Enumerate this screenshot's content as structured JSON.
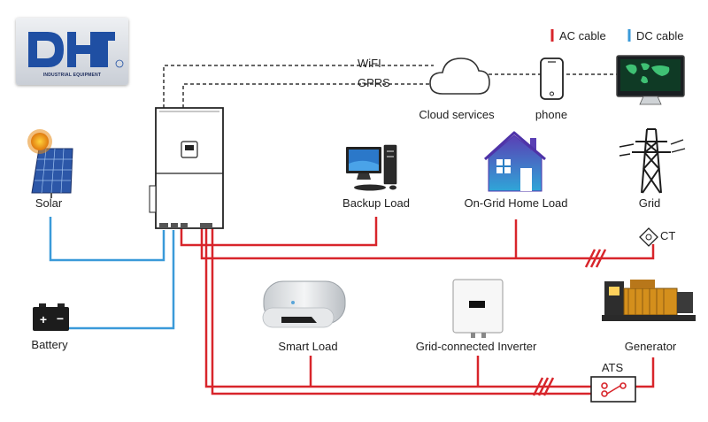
{
  "logo": {
    "mark": "DH",
    "subtitle": "INDUSTRIAL EQUIPMENT",
    "registered": "®"
  },
  "legend": {
    "ac": "AC cable",
    "dc": "DC cable"
  },
  "links": {
    "wifi": "WiFI",
    "gprs": "GPRS"
  },
  "labels": {
    "cloud": "Cloud services",
    "phone": "phone",
    "solar": "Solar",
    "battery": "Battery",
    "backup": "Backup Load",
    "home": "On-Grid Home Load",
    "grid": "Grid",
    "ct": "CT",
    "smart": "Smart Load",
    "gridInverter": "Grid-connected Inverter",
    "generator": "Generator",
    "ats": "ATS"
  },
  "colors": {
    "ac": "#d8252b",
    "dc": "#3a9ad9",
    "logo_blue": "#1f4fa3",
    "house": "#6f4fc0"
  },
  "icons": [
    "logo-icon",
    "inverter-icon",
    "cloud-icon",
    "phone-icon",
    "monitor-icon",
    "solar-panel-icon",
    "sun-icon",
    "battery-icon",
    "computer-icon",
    "house-icon",
    "transmission-tower-icon",
    "ct-clamp-icon",
    "water-heater-icon",
    "grid-inverter-icon",
    "generator-icon",
    "ats-switch-icon"
  ]
}
